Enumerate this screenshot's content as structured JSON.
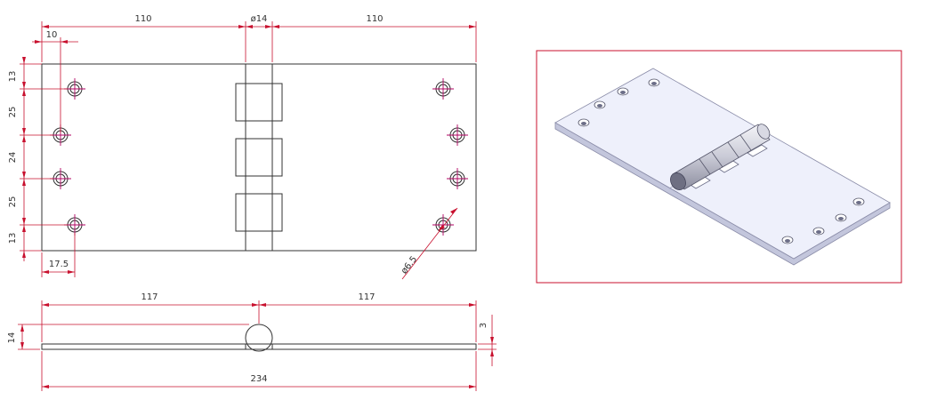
{
  "top_view": {
    "width_left": "110",
    "hinge_dia": "ø14",
    "width_right": "110",
    "hole_offset_x": "10",
    "v_13_top": "13",
    "v_25_a": "25",
    "v_24": "24",
    "v_25_b": "25",
    "v_13_bottom": "13",
    "edge_offset": "17.5",
    "hole_dia": "ø6.5"
  },
  "side_view": {
    "half_left": "117",
    "half_right": "117",
    "total": "234",
    "height": "14",
    "thickness": "3"
  },
  "colors": {
    "dimension": "#c8102e",
    "part_line": "#333333",
    "centerline": "#b00060",
    "plate_fill": "#eef0fb",
    "plate_edge": "#8a8ca8"
  }
}
